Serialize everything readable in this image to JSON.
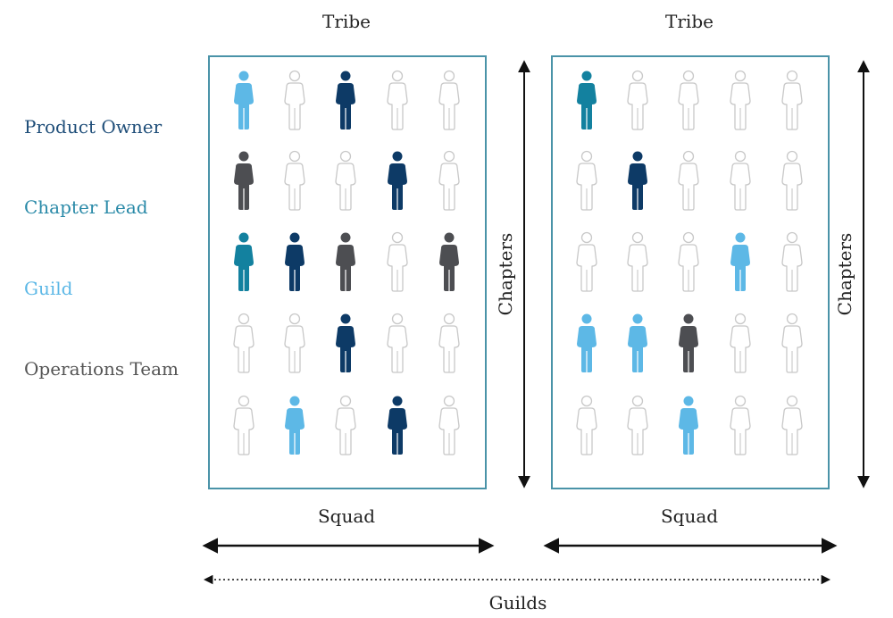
{
  "legend": [
    {
      "label": "Product Owner",
      "color": "#1f4e79"
    },
    {
      "label": "Chapter Lead",
      "color": "#2a8aa8"
    },
    {
      "label": "Guild",
      "color": "#5db8e6"
    },
    {
      "label": "Operations Team",
      "color": "#555555"
    }
  ],
  "colors": {
    "product_owner": "#0d3a66",
    "chapter_lead": "#13819f",
    "guild": "#5db8e6",
    "operations_team": "#4d4e52",
    "empty_outline": "#c8c8c8",
    "box_border": "#4a93a8"
  },
  "tribes": [
    {
      "title": "Tribe",
      "squad_label": "Squad",
      "chapters_label": "Chapters",
      "grid": [
        [
          "guild",
          "empty",
          "product_owner",
          "empty",
          "empty"
        ],
        [
          "operations_team",
          "empty",
          "empty",
          "product_owner",
          "empty"
        ],
        [
          "chapter_lead",
          "product_owner",
          "operations_team",
          "empty",
          "operations_team"
        ],
        [
          "empty",
          "empty",
          "product_owner",
          "empty",
          "empty"
        ],
        [
          "empty",
          "guild",
          "empty",
          "product_owner",
          "empty"
        ]
      ]
    },
    {
      "title": "Tribe",
      "squad_label": "Squad",
      "chapters_label": "Chapters",
      "grid": [
        [
          "chapter_lead",
          "empty",
          "empty",
          "empty",
          "empty"
        ],
        [
          "empty",
          "product_owner",
          "empty",
          "empty",
          "empty"
        ],
        [
          "empty",
          "empty",
          "empty",
          "guild",
          "empty"
        ],
        [
          "guild",
          "guild",
          "operations_team",
          "empty",
          "empty"
        ],
        [
          "empty",
          "empty",
          "guild",
          "empty",
          "empty"
        ]
      ]
    }
  ],
  "guilds_label": "Guilds"
}
